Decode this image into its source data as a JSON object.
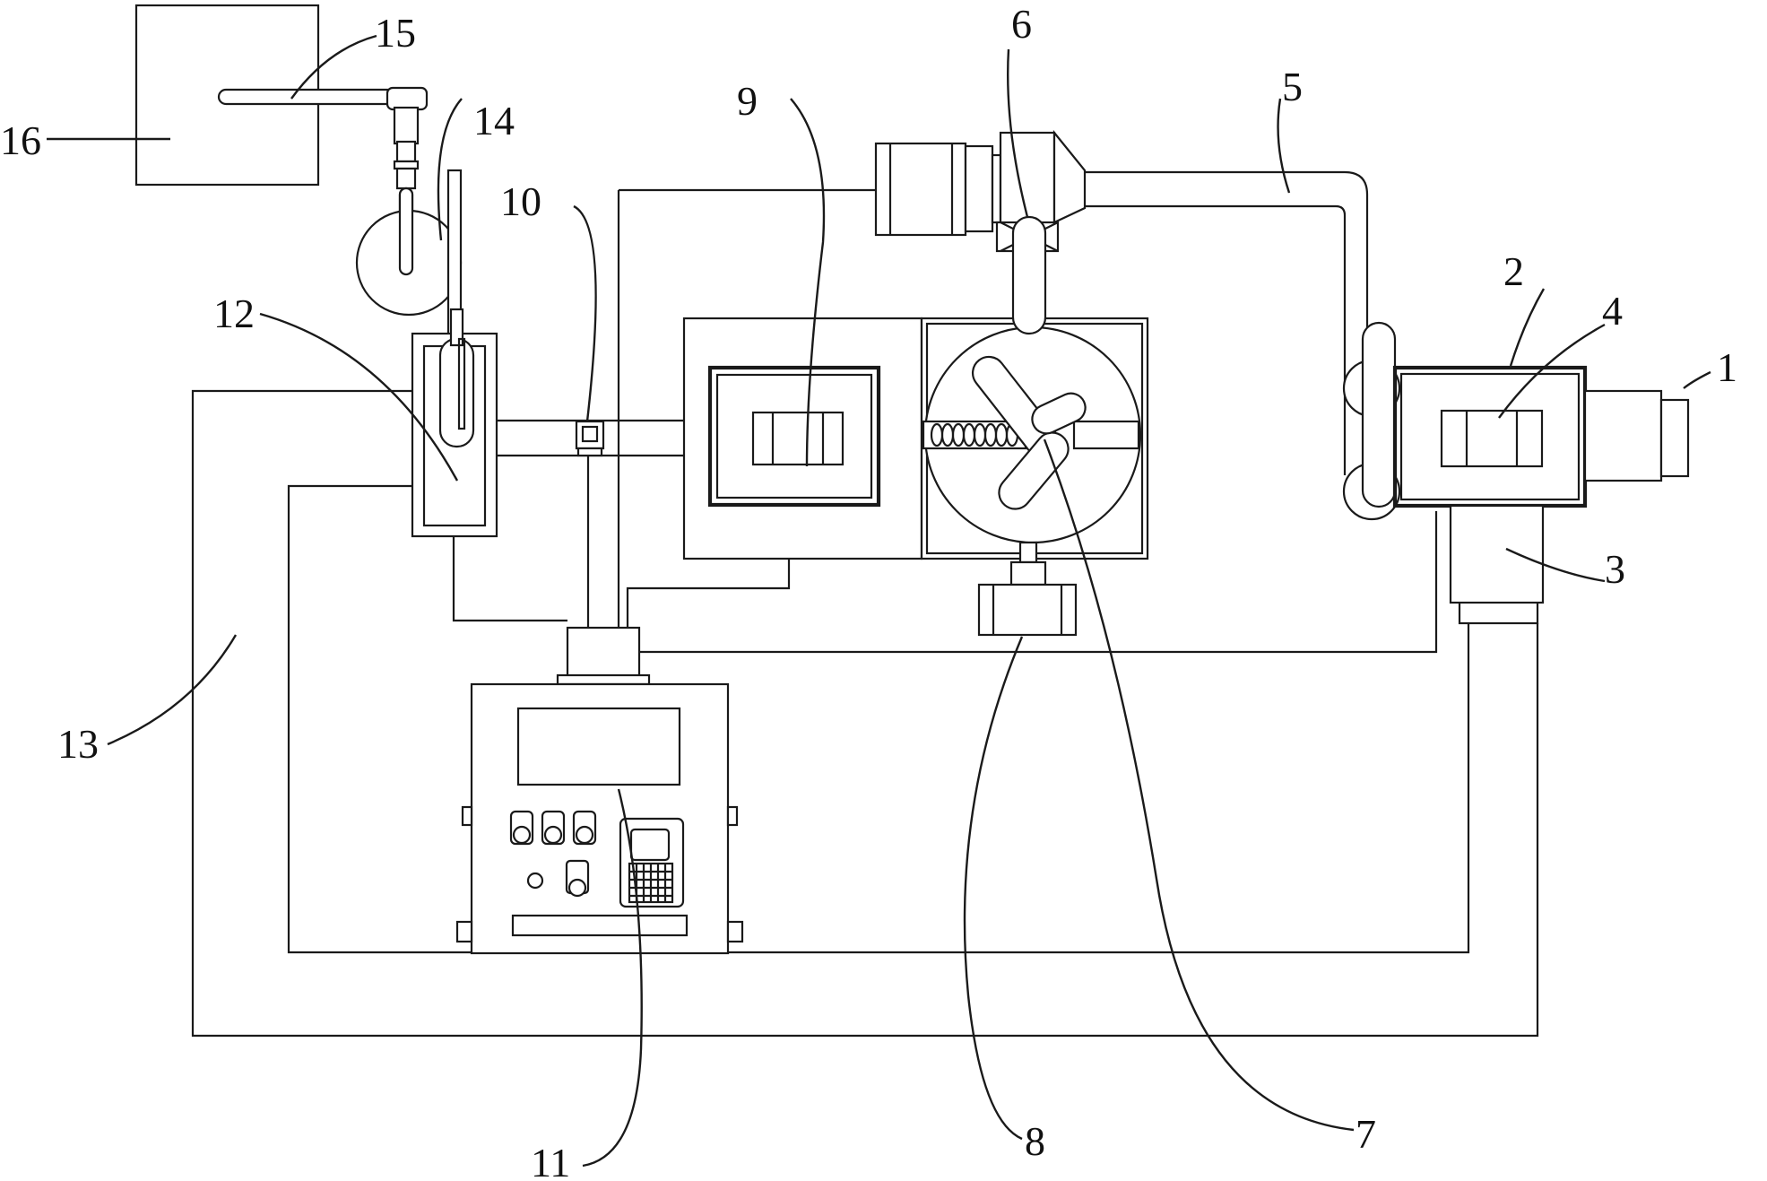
{
  "reference_numerals": {
    "n1": "1",
    "n2": "2",
    "n3": "3",
    "n4": "4",
    "n5": "5",
    "n6": "6",
    "n7": "7",
    "n8": "8",
    "n9": "9",
    "n10": "10",
    "n11": "11",
    "n12": "12",
    "n13": "13",
    "n14": "14",
    "n15": "15",
    "n16": "16"
  },
  "colors": {
    "line": "#1a1a1a",
    "background": "#ffffff"
  }
}
